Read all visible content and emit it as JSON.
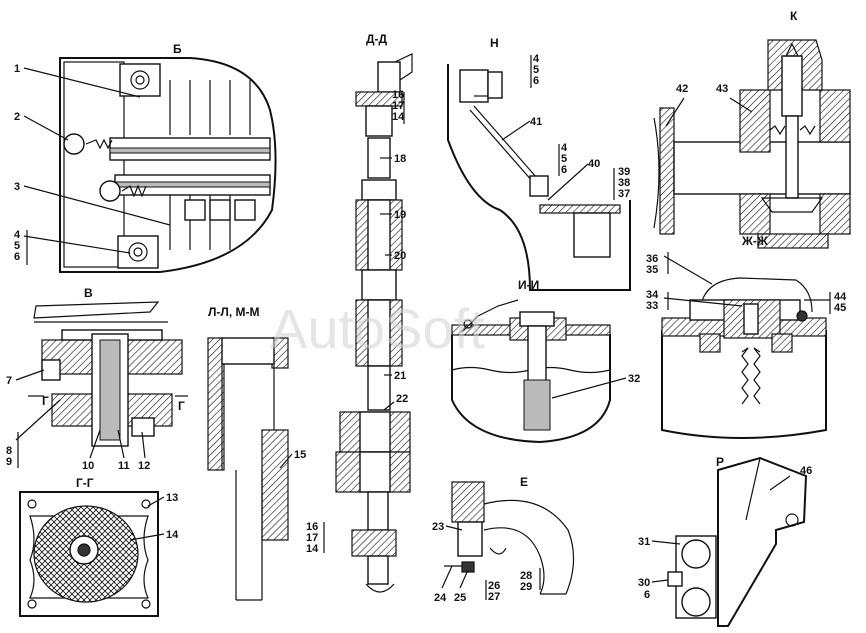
{
  "watermark": "AutoSoft",
  "views": {
    "b": "Б",
    "dd": "Д-Д",
    "n": "Н",
    "k": "К",
    "v": "В",
    "ll_mm": "Л-Л, М-М",
    "ii": "И-И",
    "zhzh": "Ж-Ж",
    "gg": "Г-Г",
    "e": "Е",
    "r": "Р",
    "g_left": "Г",
    "g_right": "Г"
  },
  "callouts": {
    "c1": "1",
    "c2": "2",
    "c3": "3",
    "c4a": "4",
    "c5a": "5",
    "c6a": "6",
    "c4b": "4",
    "c5b": "5",
    "c6b": "6",
    "c4c": "4",
    "c5c": "5",
    "c6c": "6",
    "c7": "7",
    "c8": "8",
    "c9": "9",
    "c10": "10",
    "c11": "11",
    "c12": "12",
    "c13": "13",
    "c14a": "14",
    "c14b": "14",
    "c14c": "14",
    "c15": "15",
    "c16a": "16",
    "c17a": "17",
    "c16b": "16",
    "c17b": "17",
    "c18": "18",
    "c19": "19",
    "c20": "20",
    "c21": "21",
    "c22": "22",
    "c23": "23",
    "c24": "24",
    "c25": "25",
    "c26": "26",
    "c27": "27",
    "c28": "28",
    "c29": "29",
    "c30": "30",
    "c6d": "6",
    "c31": "31",
    "c32": "32",
    "c33": "33",
    "c34": "34",
    "c35": "35",
    "c36": "36",
    "c37": "37",
    "c38": "38",
    "c39": "39",
    "c40": "40",
    "c41": "41",
    "c42": "42",
    "c43": "43",
    "c44": "44",
    "c45": "45",
    "c46": "46"
  }
}
